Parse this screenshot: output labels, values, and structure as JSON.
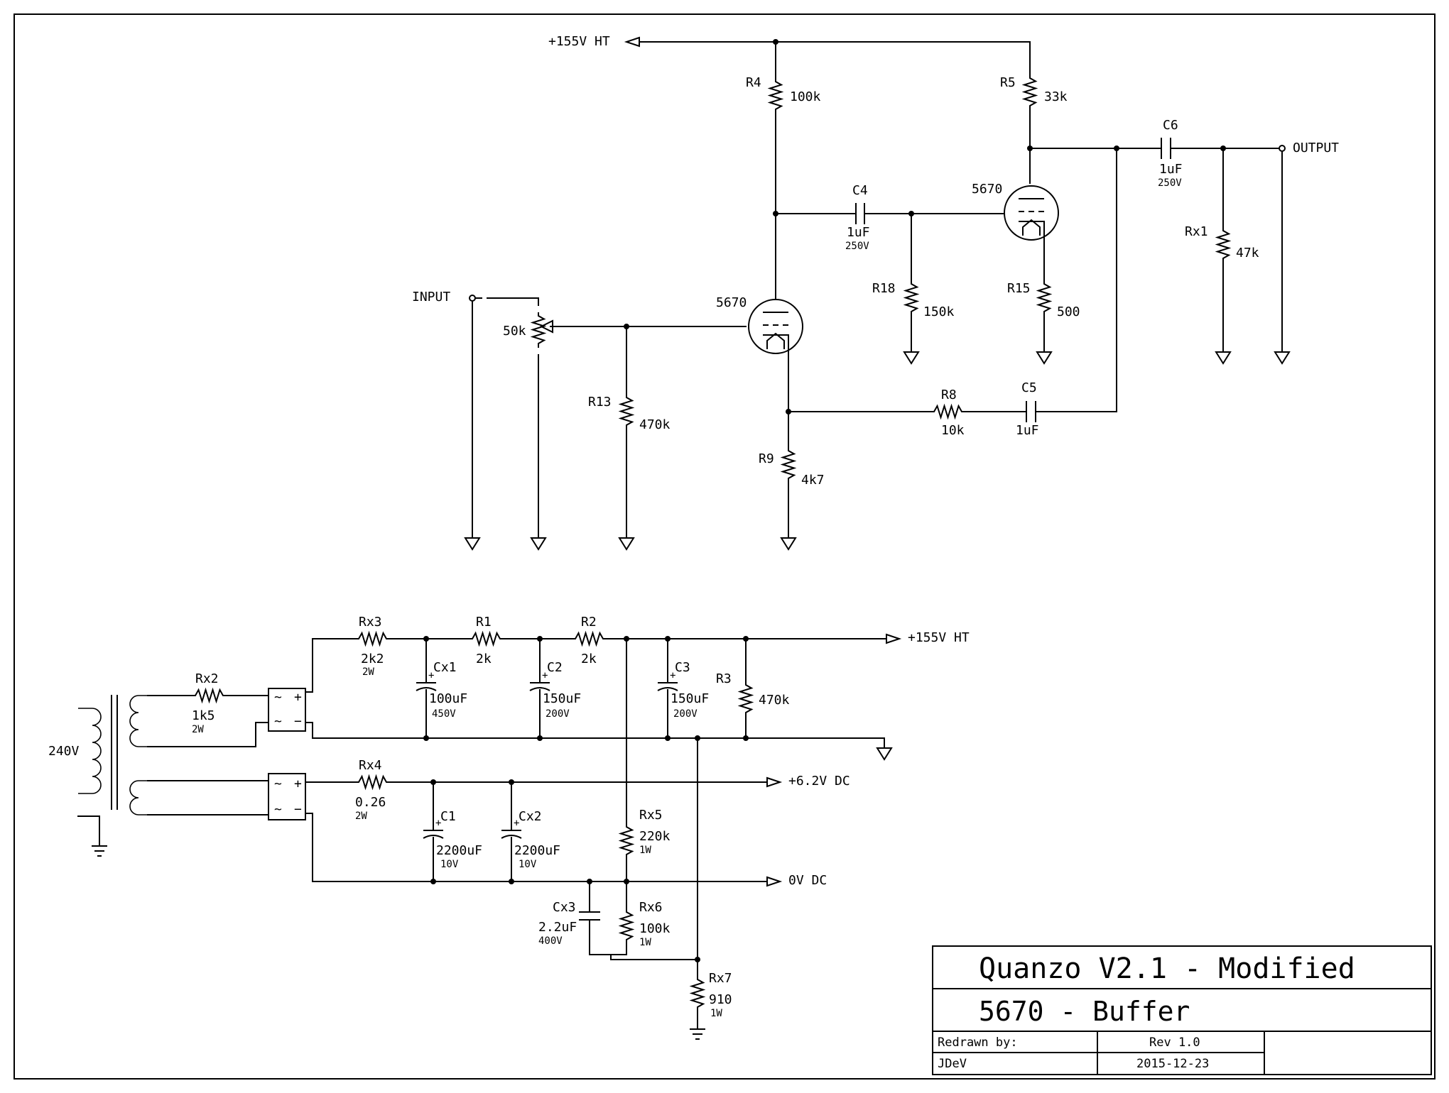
{
  "nets": {
    "ht_top": "+155V HT",
    "ht_ps": "+155V HT",
    "dc62": "+6.2V DC",
    "dc0": "0V DC",
    "input": "INPUT",
    "output": "OUTPUT",
    "mains": "240V"
  },
  "tubes": {
    "v1": "5670",
    "v2": "5670"
  },
  "components": {
    "R4": {
      "ref": "R4",
      "val": "100k"
    },
    "R5": {
      "ref": "R5",
      "val": "33k"
    },
    "C4": {
      "ref": "C4",
      "val": "1uF",
      "rating": "250V"
    },
    "C6": {
      "ref": "C6",
      "val": "1uF",
      "rating": "250V"
    },
    "Rx1": {
      "ref": "Rx1",
      "val": "47k"
    },
    "R18": {
      "ref": "R18",
      "val": "150k"
    },
    "R15": {
      "ref": "R15",
      "val": "500"
    },
    "POT": {
      "val": "50k"
    },
    "R13": {
      "ref": "R13",
      "val": "470k"
    },
    "R8": {
      "ref": "R8",
      "val": "10k"
    },
    "C5": {
      "ref": "C5",
      "val": "1uF"
    },
    "R9": {
      "ref": "R9",
      "val": "4k7"
    },
    "Rx3": {
      "ref": "Rx3",
      "val": "2k2",
      "rating": "2W"
    },
    "R1": {
      "ref": "R1",
      "val": "2k"
    },
    "R2": {
      "ref": "R2",
      "val": "2k"
    },
    "Cx1": {
      "ref": "Cx1",
      "val": "100uF",
      "rating": "450V"
    },
    "C2": {
      "ref": "C2",
      "val": "150uF",
      "rating": "200V"
    },
    "C3": {
      "ref": "C3",
      "val": "150uF",
      "rating": "200V"
    },
    "R3": {
      "ref": "R3",
      "val": "470k"
    },
    "Rx2": {
      "ref": "Rx2",
      "val": "1k5",
      "rating": "2W"
    },
    "Rx4": {
      "ref": "Rx4",
      "val": "0.26",
      "rating": "2W"
    },
    "C1": {
      "ref": "C1",
      "val": "2200uF",
      "rating": "10V"
    },
    "Cx2": {
      "ref": "Cx2",
      "val": "2200uF",
      "rating": "10V"
    },
    "Rx5": {
      "ref": "Rx5",
      "val": "220k",
      "rating": "1W"
    },
    "Cx3": {
      "ref": "Cx3",
      "val": "2.2uF",
      "rating": "400V"
    },
    "Rx6": {
      "ref": "Rx6",
      "val": "100k",
      "rating": "1W"
    },
    "Rx7": {
      "ref": "Rx7",
      "val": "910",
      "rating": "1W"
    }
  },
  "bridge": {
    "ac": "~",
    "plus": "+",
    "minus": "−"
  },
  "title_block": {
    "title": "Quanzo V2.1 - Modified",
    "subtitle": "5670 - Buffer",
    "redrawn_label": "Redrawn by:",
    "redrawn_by": "JDeV",
    "rev": "Rev 1.0",
    "date": "2015-12-23"
  }
}
